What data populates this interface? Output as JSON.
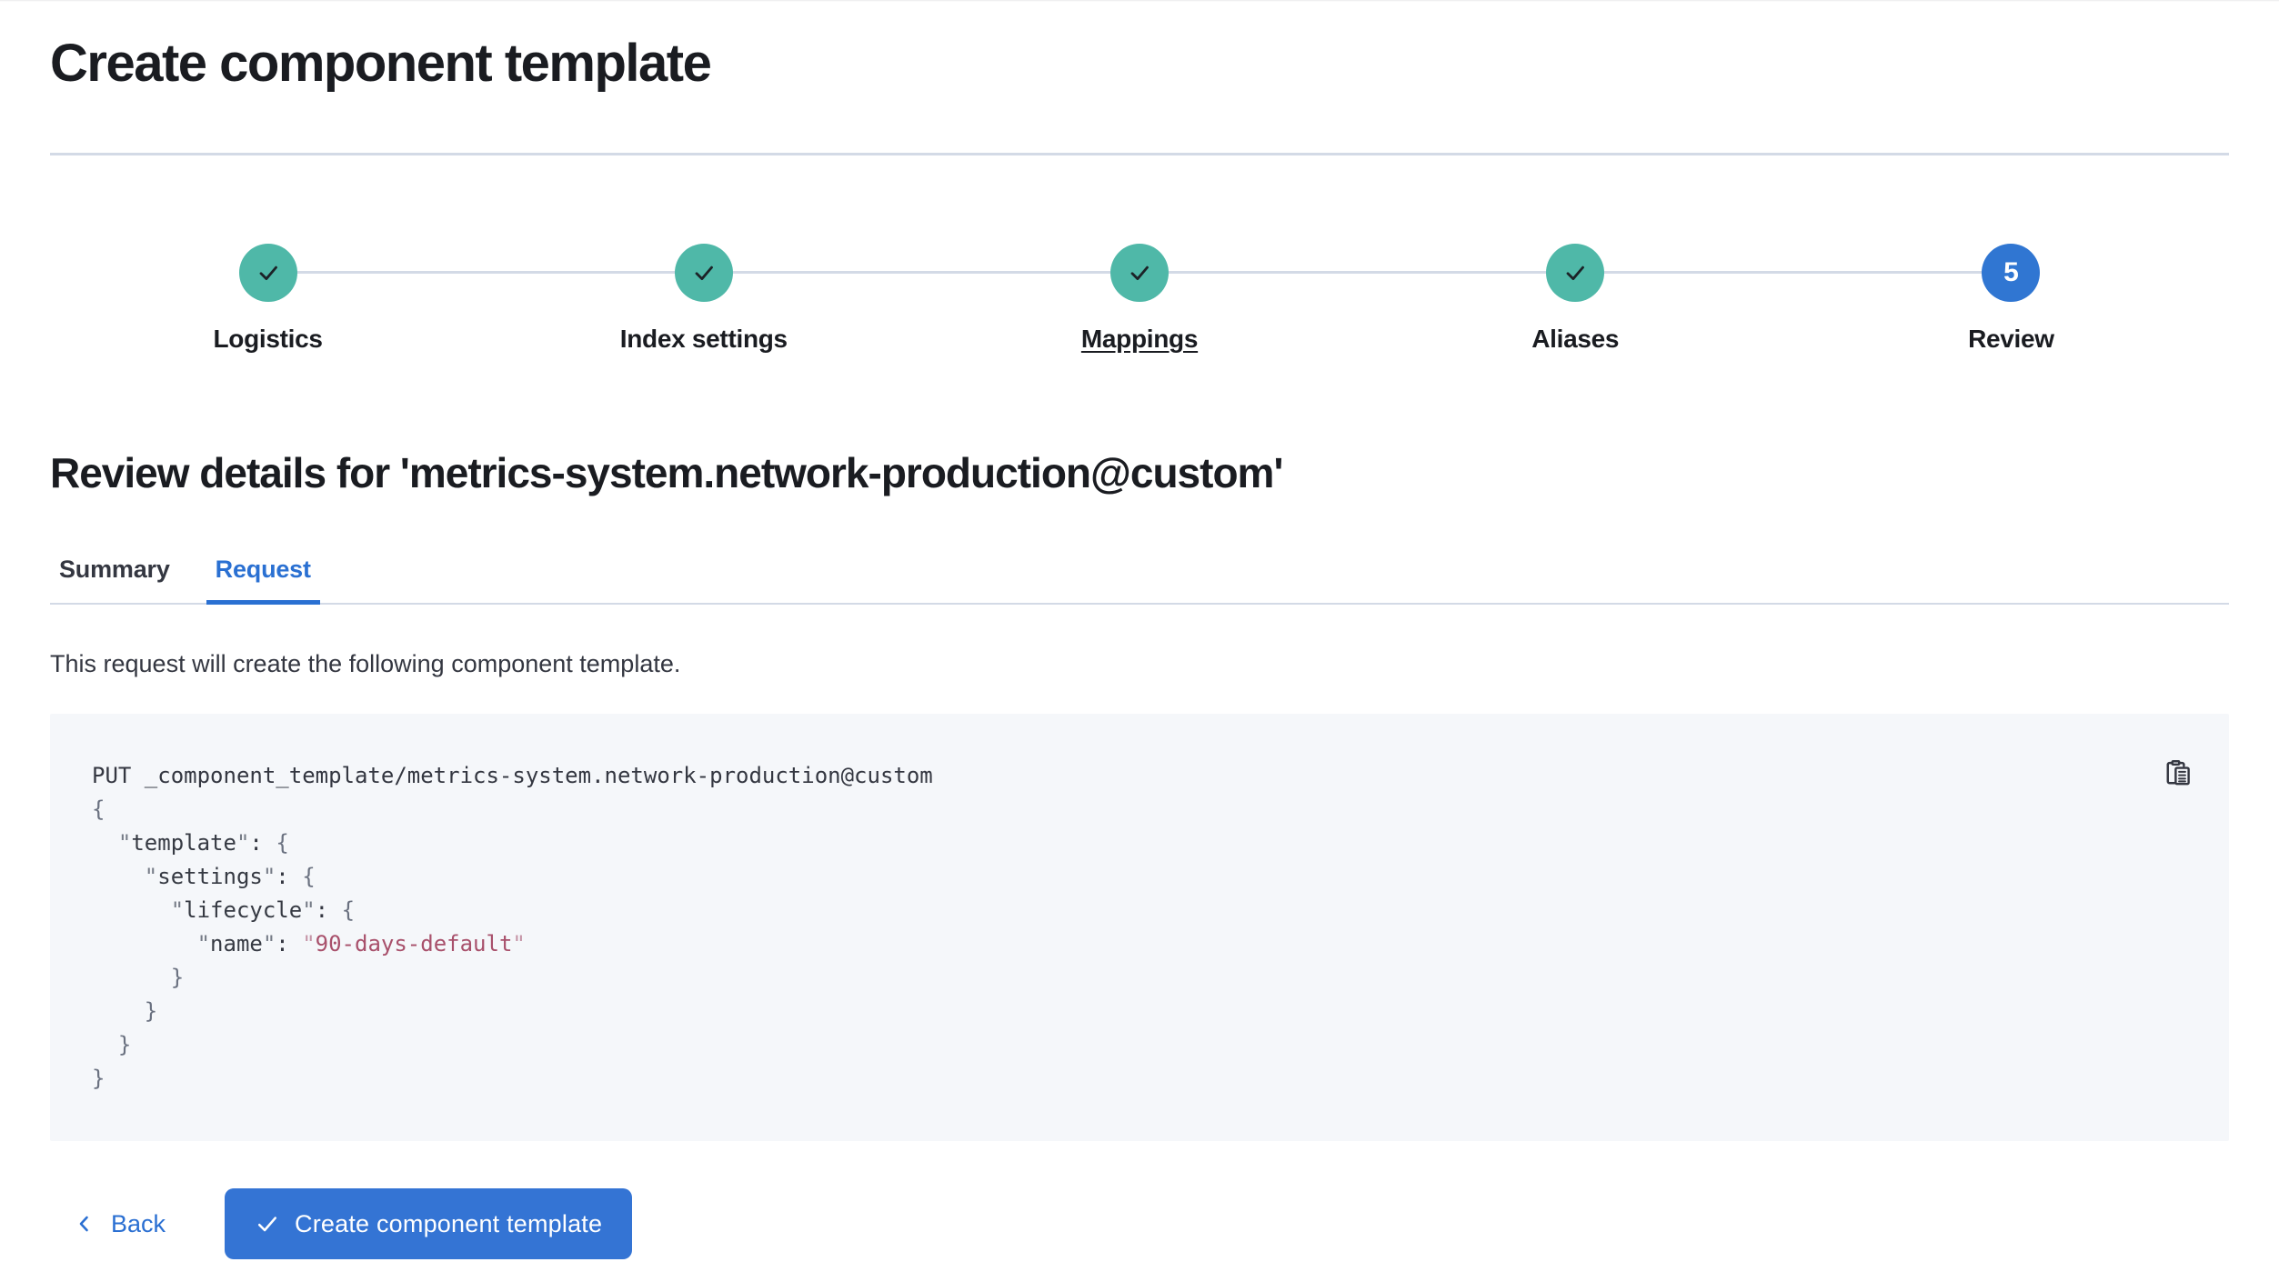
{
  "page": {
    "title": "Create component template",
    "review_heading": "Review details for 'metrics-system.network-production@custom'",
    "intro": "This request will create the following component template."
  },
  "steps": [
    {
      "label": "Logistics",
      "state": "complete",
      "icon": "check-icon"
    },
    {
      "label": "Index settings",
      "state": "complete",
      "icon": "check-icon"
    },
    {
      "label": "Mappings",
      "state": "complete",
      "icon": "check-icon",
      "hovered": true
    },
    {
      "label": "Aliases",
      "state": "complete",
      "icon": "check-icon"
    },
    {
      "label": "Review",
      "state": "current",
      "number": "5"
    }
  ],
  "tabs": [
    {
      "label": "Summary",
      "selected": false
    },
    {
      "label": "Request",
      "selected": true
    }
  ],
  "request": {
    "copy_icon": "copy-clipboard-icon",
    "code_lines": [
      [
        {
          "c": "code-plain",
          "t": "PUT _component_template/metrics-system.network-production@custom"
        }
      ],
      [
        {
          "c": "code-punc",
          "t": "{"
        }
      ],
      [
        {
          "c": "code-plain",
          "t": "  "
        },
        {
          "c": "code-quote",
          "t": "\""
        },
        {
          "c": "code-key",
          "t": "template"
        },
        {
          "c": "code-quote",
          "t": "\""
        },
        {
          "c": "code-plain",
          "t": ": "
        },
        {
          "c": "code-punc",
          "t": "{"
        }
      ],
      [
        {
          "c": "code-plain",
          "t": "    "
        },
        {
          "c": "code-quote",
          "t": "\""
        },
        {
          "c": "code-key",
          "t": "settings"
        },
        {
          "c": "code-quote",
          "t": "\""
        },
        {
          "c": "code-plain",
          "t": ": "
        },
        {
          "c": "code-punc",
          "t": "{"
        }
      ],
      [
        {
          "c": "code-plain",
          "t": "      "
        },
        {
          "c": "code-quote",
          "t": "\""
        },
        {
          "c": "code-key",
          "t": "lifecycle"
        },
        {
          "c": "code-quote",
          "t": "\""
        },
        {
          "c": "code-plain",
          "t": ": "
        },
        {
          "c": "code-punc",
          "t": "{"
        }
      ],
      [
        {
          "c": "code-plain",
          "t": "        "
        },
        {
          "c": "code-quote",
          "t": "\""
        },
        {
          "c": "code-key",
          "t": "name"
        },
        {
          "c": "code-quote",
          "t": "\""
        },
        {
          "c": "code-plain",
          "t": ": "
        },
        {
          "c": "code-strq",
          "t": "\""
        },
        {
          "c": "code-str",
          "t": "90-days-default"
        },
        {
          "c": "code-strq",
          "t": "\""
        }
      ],
      [
        {
          "c": "code-punc",
          "t": "      }"
        }
      ],
      [
        {
          "c": "code-punc",
          "t": "    }"
        }
      ],
      [
        {
          "c": "code-punc",
          "t": "  }"
        }
      ],
      [
        {
          "c": "code-punc",
          "t": "}"
        }
      ]
    ]
  },
  "footer": {
    "back_label": "Back",
    "back_icon": "chevron-left-icon",
    "create_label": "Create component template",
    "create_icon": "check-icon"
  },
  "colors": {
    "step_complete_teal": "#4FB8A8",
    "step_current_blue": "#3076D2",
    "tab_selected_blue": "#2A70D2",
    "link_blue": "#2A6FD2",
    "primary_button_blue": "#3474D4",
    "divider_gray": "#D3DAE6",
    "code_background": "#F5F7FA",
    "code_string_rose": "#A8506B",
    "text_heading": "#1A1C21",
    "text_body": "#343741"
  }
}
